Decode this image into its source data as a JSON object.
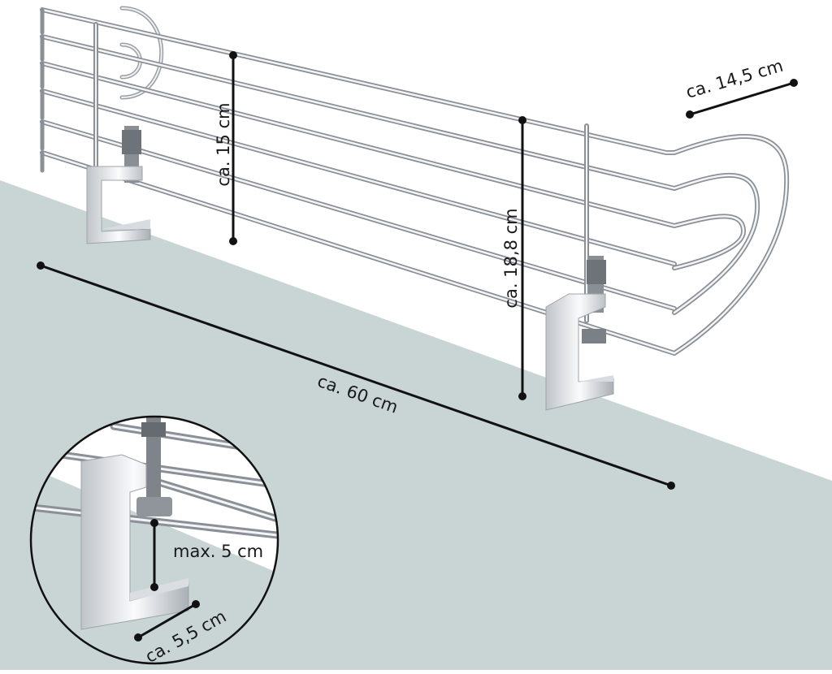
{
  "colors": {
    "background": "#ffffff",
    "counter_surface": "#c9d4d4",
    "chrome_rail": "#9aa0a6",
    "chrome_highlight": "#eef0f2",
    "dimension_line": "#111111"
  },
  "dimensions": {
    "height_front": "ca. 15 cm",
    "height_back": "ca. 18,8 cm",
    "length": "ca. 60 cm",
    "depth": "ca. 14,5 cm"
  },
  "detail": {
    "clamp_range": "max. 5 cm",
    "clamp_depth": "ca. 5,5 cm"
  }
}
